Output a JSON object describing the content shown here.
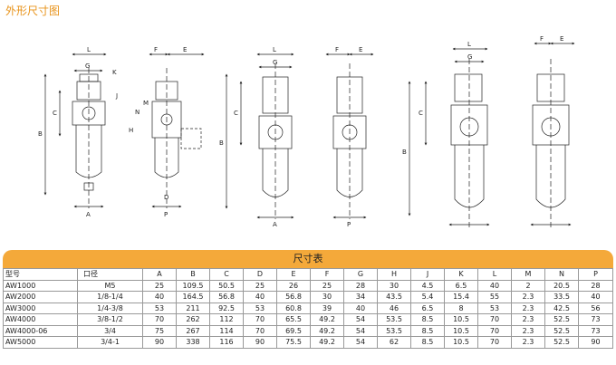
{
  "page_title": "外形尺寸图",
  "dimension_letters": [
    "A",
    "B",
    "C",
    "D",
    "E",
    "F",
    "G",
    "H",
    "J",
    "K",
    "L",
    "M",
    "N",
    "P"
  ],
  "table": {
    "title": "尺寸表",
    "headers": [
      "型号",
      "口径",
      "A",
      "B",
      "C",
      "D",
      "E",
      "F",
      "G",
      "H",
      "J",
      "K",
      "L",
      "M",
      "N",
      "P"
    ],
    "rows": [
      [
        "AW1000",
        "M5",
        "25",
        "109.5",
        "50.5",
        "25",
        "26",
        "25",
        "28",
        "30",
        "4.5",
        "6.5",
        "40",
        "2",
        "20.5",
        "28"
      ],
      [
        "AW2000",
        "1/8-1/4",
        "40",
        "164.5",
        "56.8",
        "40",
        "56.8",
        "30",
        "34",
        "43.5",
        "5.4",
        "15.4",
        "55",
        "2.3",
        "33.5",
        "40"
      ],
      [
        "AW3000",
        "1/4-3/8",
        "53",
        "211",
        "92.5",
        "53",
        "60.8",
        "39",
        "40",
        "46",
        "6.5",
        "8",
        "53",
        "2.3",
        "42.5",
        "56"
      ],
      [
        "AW4000",
        "3/8-1/2",
        "70",
        "262",
        "112",
        "70",
        "65.5",
        "49.2",
        "54",
        "53.5",
        "8.5",
        "10.5",
        "70",
        "2.3",
        "52.5",
        "73"
      ],
      [
        "AW4000-06",
        "3/4",
        "75",
        "267",
        "114",
        "70",
        "69.5",
        "49.2",
        "54",
        "53.5",
        "8.5",
        "10.5",
        "70",
        "2.3",
        "52.5",
        "73"
      ],
      [
        "AW5000",
        "3/4-1",
        "90",
        "338",
        "116",
        "90",
        "75.5",
        "49.2",
        "54",
        "62",
        "8.5",
        "10.5",
        "70",
        "2.3",
        "52.5",
        "90"
      ]
    ]
  }
}
